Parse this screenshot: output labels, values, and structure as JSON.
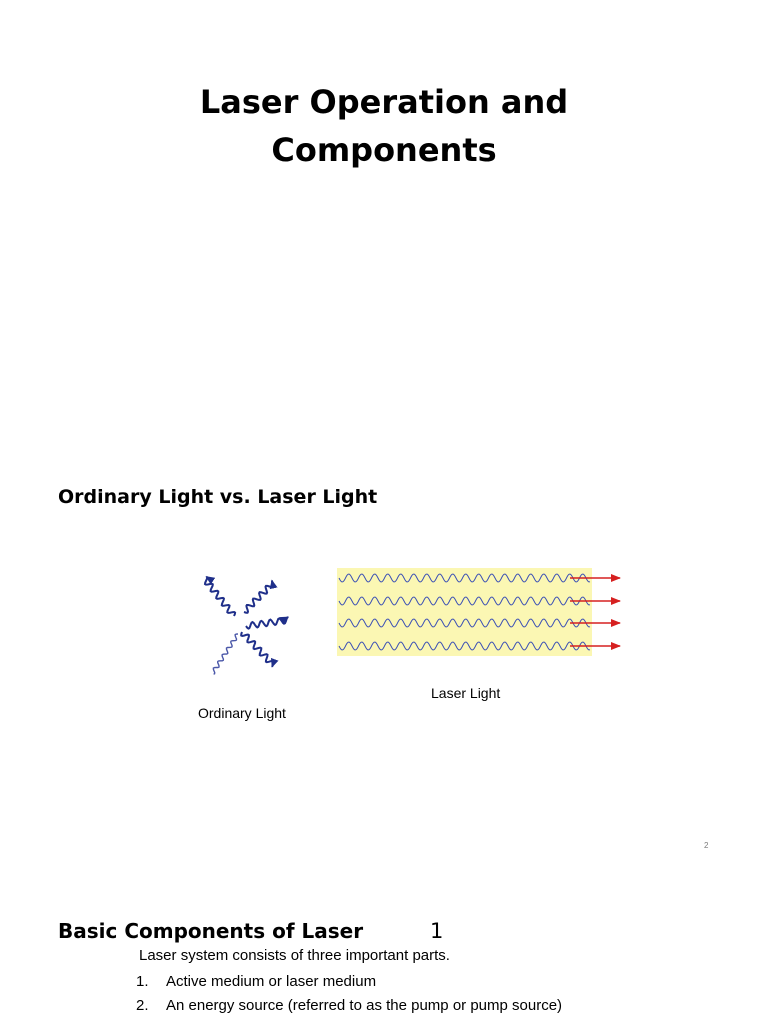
{
  "slide1": {
    "title_line1": "Laser Operation and",
    "title_line2": "Components"
  },
  "slide2": {
    "heading": "Ordinary Light vs. Laser Light",
    "figure": {
      "laser_caption": "Laser Light",
      "ordinary_caption": "Ordinary Light",
      "wave_color": "#3a4fb5",
      "ordinary_wave_color": "#1f2f8a",
      "arrow_color": "#d62020",
      "beam_background": "#fbf7b3",
      "icons": [
        "ordinary-light-wave-icon",
        "laser-light-wave-icon",
        "arrow-right-icon"
      ]
    },
    "page_number": "2"
  },
  "slide3": {
    "heading": "Basic Components of Laser",
    "heading_number": "1",
    "intro": "Laser system consists of three important parts.",
    "items": [
      {
        "num": "1.",
        "text": "Active medium or laser medium"
      },
      {
        "num": "2.",
        "text": "An energy source (referred to as the pump or pump source)"
      }
    ]
  }
}
